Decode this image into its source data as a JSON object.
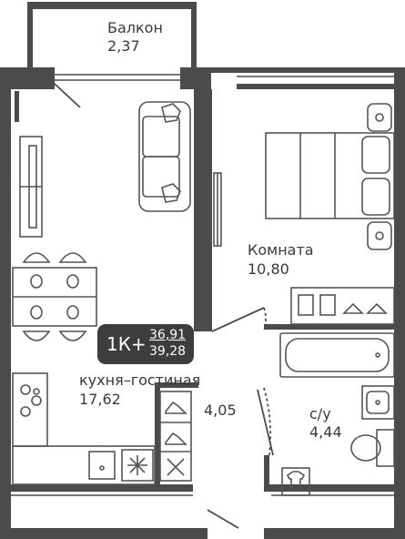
{
  "rooms": {
    "balcony": {
      "name": "Балкон",
      "area": "2,37"
    },
    "bedroom": {
      "name": "Комната",
      "area": "10,80"
    },
    "kitchen_living": {
      "name": "кухня–гостиная",
      "area": "17,62"
    },
    "hall": {
      "area": "4,05"
    },
    "bathroom": {
      "name": "с/у",
      "area": "4,44"
    }
  },
  "badge": {
    "type": "1К+",
    "area_living": "36,91",
    "area_total": "39,28"
  },
  "colors": {
    "wall": "#4b4b4b",
    "furniture": "#555555",
    "badge_bg": "#3d3d3d"
  },
  "icons": [
    "sofa-icon",
    "tv-icon",
    "dining-table-icon",
    "bed-icon",
    "wardrobe-icon",
    "bathtub-icon",
    "sink-icon",
    "toilet-icon",
    "washing-machine-icon",
    "stove-icon",
    "kitchen-sink-icon",
    "fridge-icon",
    "shoe-rack-icon"
  ]
}
